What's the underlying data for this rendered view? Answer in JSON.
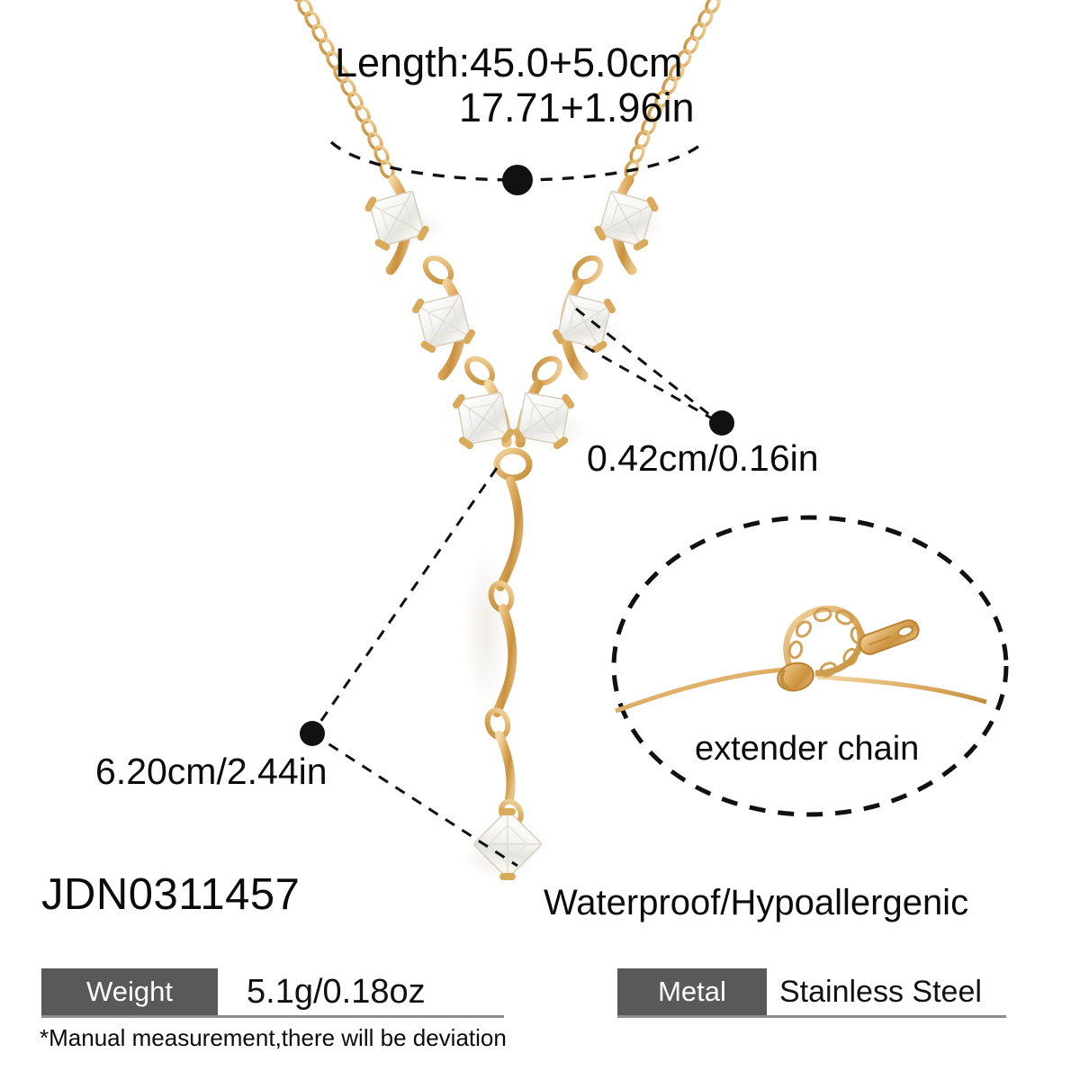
{
  "product": {
    "sku": "JDN0311457",
    "feature_text": "Waterproof/Hypoallergenic",
    "footnote": "*Manual measurement,there will be deviation"
  },
  "annotations": {
    "length_cm": "Length:45.0+5.0cm",
    "length_in": "17.71+1.96in",
    "stone_size": "0.42cm/0.16in",
    "drop_size": "6.20cm/2.44in",
    "extender_label": "extender chain"
  },
  "specs": [
    {
      "label": "Weight",
      "value": "5.1g/0.18oz"
    },
    {
      "label": "Metal",
      "value": "Stainless Steel"
    }
  ],
  "colors": {
    "gold_light": "#f0d2a0",
    "gold_mid": "#dca85e",
    "gold_dark": "#b8822f",
    "stone": "#fbfbfb",
    "chip_gray": "#595959",
    "rule_gray": "#8d8d8d",
    "ink": "#0b0b0b",
    "background": "#ffffff"
  }
}
